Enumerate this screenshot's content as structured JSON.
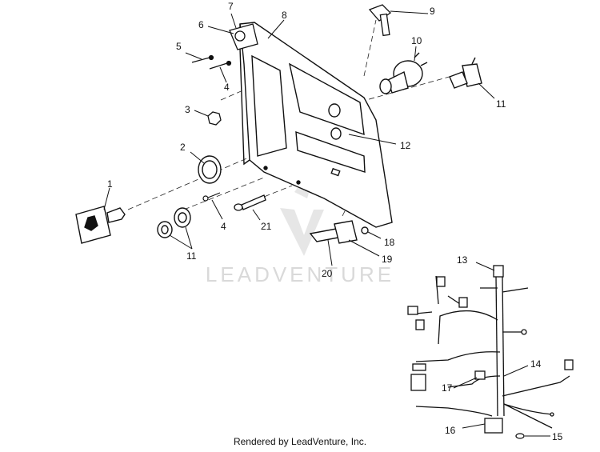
{
  "watermark": "LEADVENTURE",
  "credit": "Rendered by LeadVenture, Inc.",
  "callouts": {
    "c1": "1",
    "c2": "2",
    "c3": "3",
    "c4a": "4",
    "c4b": "4",
    "c5": "5",
    "c6": "6",
    "c7": "7",
    "c8": "8",
    "c9": "9",
    "c10": "10",
    "c11a": "11",
    "c11b": "11",
    "c12": "12",
    "c13": "13",
    "c14": "14",
    "c15": "15",
    "c16": "16",
    "c17": "17",
    "c18": "18",
    "c19": "19",
    "c20": "20",
    "c21": "21"
  }
}
